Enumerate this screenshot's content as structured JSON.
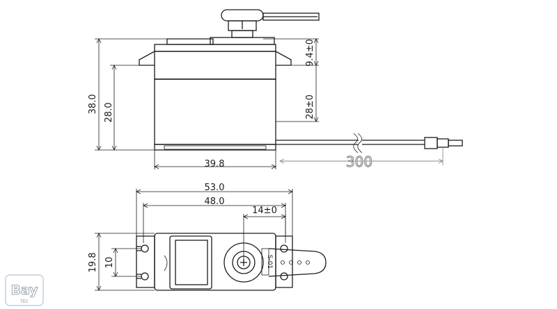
{
  "side_view": {
    "dim_total_height": "38.0",
    "dim_case_height": "28.0",
    "dim_horn_offset": "9.4±0",
    "dim_case_height_right": "28±0",
    "dim_width": "39.8",
    "dim_cable_length": "300"
  },
  "top_view": {
    "dim_overall_length": "53.0",
    "dim_mount_spacing": "48.0",
    "dim_spline_offset": "14±0",
    "dim_width": "19.8",
    "dim_mount_hole_spacing": "10",
    "part_label": "S-01"
  },
  "logo": {
    "text": "Bay",
    "subtext": "TEC"
  }
}
